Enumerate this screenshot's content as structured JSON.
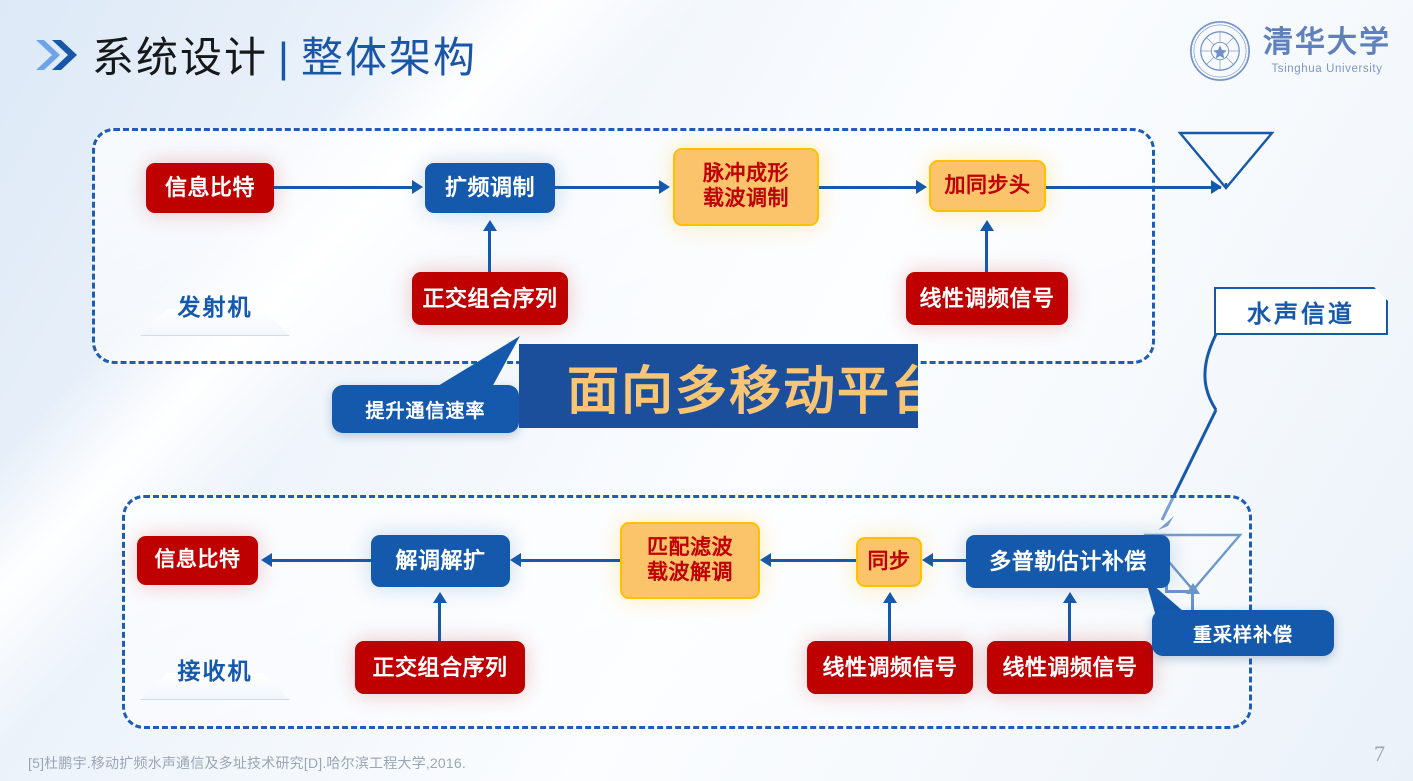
{
  "header": {
    "bullet_icon": "double-chevron-right-icon",
    "title_main": "系统设计",
    "title_separator": "|",
    "title_sub": "整体架构",
    "logo_cn": "清华大学",
    "logo_en": "Tsinghua University",
    "seal_icon": "tsinghua-seal-icon"
  },
  "colors": {
    "red": "#be0000",
    "blue": "#1559ac",
    "orange_fill": "#fbc46a",
    "orange_border": "#ffc000",
    "orange_text": "#c00000",
    "dashed_border": "#1f5cb4",
    "banner_bg": "#1b4f9c",
    "banner_text": "#f8c574",
    "title_blue": "#1a56a8",
    "background": "#eef4fb"
  },
  "transmitter": {
    "podium_label": "发射机",
    "nodes": [
      {
        "id": "tx-info-bits",
        "label": "信息比特",
        "style": "red"
      },
      {
        "id": "tx-spread-mod",
        "label": "扩频调制",
        "style": "blue"
      },
      {
        "id": "tx-pulse-carrier",
        "label": "脉冲成形\n载波调制",
        "line1": "脉冲成形",
        "line2": "载波调制",
        "style": "orange"
      },
      {
        "id": "tx-add-sync",
        "label": "加同步头",
        "style": "orange"
      },
      {
        "id": "tx-ortho-seq",
        "label": "正交组合序列",
        "style": "red"
      },
      {
        "id": "tx-chirp",
        "label": "线性调频信号",
        "style": "red"
      }
    ]
  },
  "receiver": {
    "podium_label": "接收机",
    "nodes": [
      {
        "id": "rx-info-bits",
        "label": "信息比特",
        "style": "red"
      },
      {
        "id": "rx-demod-despread",
        "label": "解调解扩",
        "style": "blue"
      },
      {
        "id": "rx-match-filter",
        "line1": "匹配滤波",
        "line2": "载波解调",
        "style": "orange"
      },
      {
        "id": "rx-sync",
        "label": "同步",
        "style": "orange"
      },
      {
        "id": "rx-doppler",
        "label": "多普勒估计补偿",
        "style": "blue"
      },
      {
        "id": "rx-ortho-seq",
        "label": "正交组合序列",
        "style": "red"
      },
      {
        "id": "rx-chirp-1",
        "label": "线性调频信号",
        "style": "red"
      },
      {
        "id": "rx-chirp-2",
        "label": "线性调频信号",
        "style": "red"
      }
    ]
  },
  "channel": {
    "label": "水声信道",
    "tx_antenna_icon": "antenna-triangle-icon",
    "rx_antenna_icon": "antenna-triangle-icon",
    "path_icon": "acoustic-wave-path-icon"
  },
  "callouts": [
    {
      "id": "callout-rate",
      "label": "提升通信速率"
    },
    {
      "id": "callout-resample",
      "label": "重采样补偿"
    }
  ],
  "banner": {
    "text": "面向多移动平台"
  },
  "footer": {
    "reference": "[5]杜鹏宇.移动扩频水声通信及多址技术研究[D].哈尔滨工程大学,2016.",
    "page_number": "7"
  }
}
